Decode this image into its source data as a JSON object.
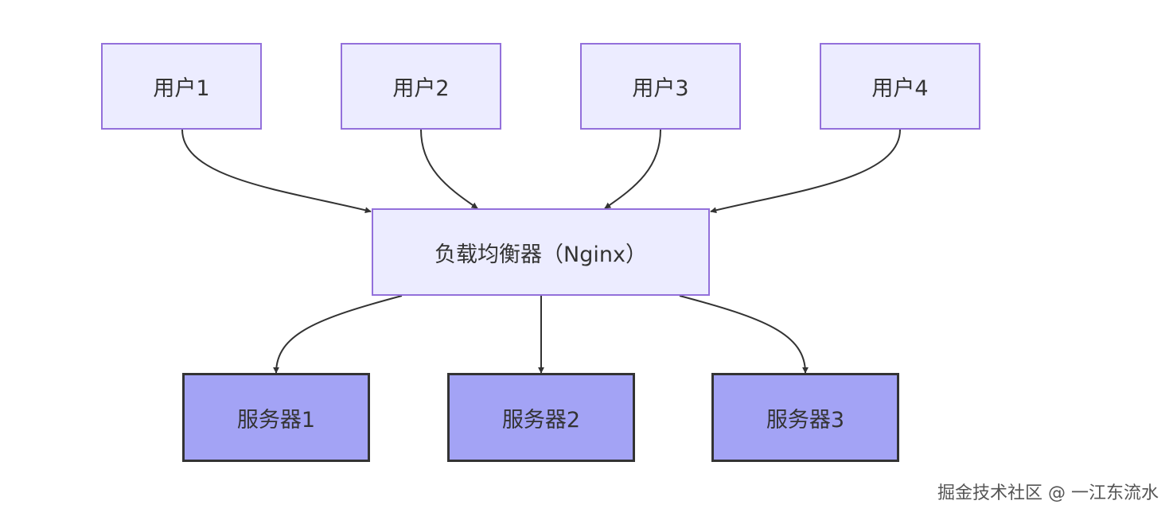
{
  "diagram": {
    "users": [
      {
        "label": "用户1"
      },
      {
        "label": "用户2"
      },
      {
        "label": "用户3"
      },
      {
        "label": "用户4"
      }
    ],
    "load_balancer": {
      "label": "负载均衡器（Nginx）"
    },
    "servers": [
      {
        "label": "服务器1"
      },
      {
        "label": "服务器2"
      },
      {
        "label": "服务器3"
      }
    ],
    "edges": [
      {
        "from": "用户1",
        "to": "负载均衡器（Nginx）"
      },
      {
        "from": "用户2",
        "to": "负载均衡器（Nginx）"
      },
      {
        "from": "用户3",
        "to": "负载均衡器（Nginx）"
      },
      {
        "from": "用户4",
        "to": "负载均衡器（Nginx）"
      },
      {
        "from": "负载均衡器（Nginx）",
        "to": "服务器1"
      },
      {
        "from": "负载均衡器（Nginx）",
        "to": "服务器2"
      },
      {
        "from": "负载均衡器（Nginx）",
        "to": "服务器3"
      }
    ],
    "colors": {
      "user_fill": "#ECECFF",
      "user_border": "#9370DB",
      "server_fill": "#A3A3F5",
      "server_border": "#333333",
      "edge": "#333333",
      "text": "#333333"
    }
  },
  "watermark": "掘金技术社区 @ 一江东流水"
}
